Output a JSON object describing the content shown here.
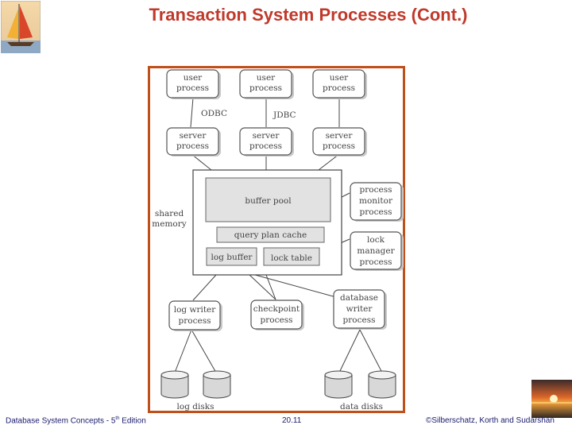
{
  "title": "Transaction System Processes (Cont.)",
  "footer": {
    "left_main": "Database System Concepts - 5",
    "left_sup": "th",
    "left_tail": " Edition",
    "page": "20.11",
    "right": "©Silberschatz, Korth and Sudarshan"
  },
  "diagram": {
    "user_process": [
      "user",
      "process"
    ],
    "odbc": "ODBC",
    "jdbc": "JDBC",
    "server_process": [
      "server",
      "process"
    ],
    "shared_memory": [
      "shared",
      "memory"
    ],
    "buffer_pool": "buffer pool",
    "query_plan_cache": "query plan cache",
    "log_buffer": "log buffer",
    "lock_table": "lock table",
    "process_monitor": [
      "process",
      "monitor",
      "process"
    ],
    "lock_manager": [
      "lock",
      "manager",
      "process"
    ],
    "log_writer": [
      "log writer",
      "process"
    ],
    "checkpoint": [
      "checkpoint",
      "process"
    ],
    "db_writer": [
      "database",
      "writer",
      "process"
    ],
    "log_disks": "log disks",
    "data_disks": "data disks"
  },
  "colors": {
    "title": "#c0392b",
    "diagram_border": "#c0501a",
    "footer_text": "#1a1a6e"
  }
}
